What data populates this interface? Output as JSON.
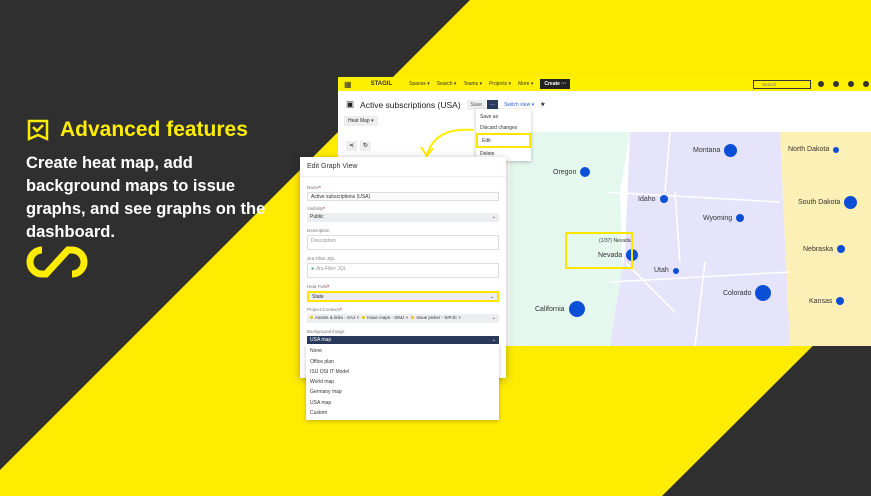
{
  "hero": {
    "title": "Advanced features",
    "body": "Create heat map, add background maps to issue graphs, and see graphs on the dashboard."
  },
  "nav": {
    "brand": "STAGIL",
    "items": [
      "Spaces ▾",
      "Search ▾",
      "Teams ▾",
      "Projects ▾",
      "More ▾"
    ],
    "create": "Create",
    "create_more": "···",
    "search_placeholder": "Search"
  },
  "page": {
    "title": "Active subscriptions (USA)",
    "save": "Save",
    "more": "···",
    "switch_view": "Switch view ▾",
    "star": "★",
    "view_type": "Heat Map ▾"
  },
  "menu": [
    "Save as",
    "Discard changes",
    "Edit",
    "Delete"
  ],
  "map": {
    "tooltip": "(1/37) Nevada",
    "states": [
      {
        "name": "Montana",
        "size": 13
      },
      {
        "name": "North Dakota",
        "size": 6
      },
      {
        "name": "Oregon",
        "size": 10
      },
      {
        "name": "Idaho",
        "size": 8
      },
      {
        "name": "Wyoming",
        "size": 8
      },
      {
        "name": "South Dakota",
        "size": 13
      },
      {
        "name": "Nevada",
        "size": 12
      },
      {
        "name": "Nebraska",
        "size": 8
      },
      {
        "name": "Utah",
        "size": 6
      },
      {
        "name": "Colorado",
        "size": 16
      },
      {
        "name": "California",
        "size": 16
      },
      {
        "name": "Kansas",
        "size": 8
      }
    ],
    "colors": {
      "west": "#e4f8ee",
      "mid": "#e6e4fb",
      "east": "#fdf0b6",
      "dot": "#0b4fd6"
    }
  },
  "modal": {
    "title": "Edit Graph View",
    "name_label": "Name",
    "name_value": "Active subscriptions (USA)",
    "visibility_label": "Visibility",
    "visibility_value": "Public",
    "description_label": "Description",
    "description_placeholder": "Description",
    "jql_label": "Jira Filter JQL",
    "jql_placeholder": "Jira Filter JQL",
    "heat_label": "Heat Field",
    "heat_value": "State",
    "projects_label": "Project Contexts",
    "projects": [
      "Assets & links - SAJ",
      "Issue maps - SIMJ",
      "Issue picker - SIPJC"
    ],
    "bg_label": "Background image",
    "bg_value": "USA map",
    "req": "*"
  },
  "bg_options": [
    "None",
    "Office plan",
    "ISU OSI IT Model",
    "World map",
    "Germany map",
    "USA map",
    "Custom"
  ],
  "colors": {
    "yellow": "#ffec00",
    "dark": "#2f2f2f"
  }
}
